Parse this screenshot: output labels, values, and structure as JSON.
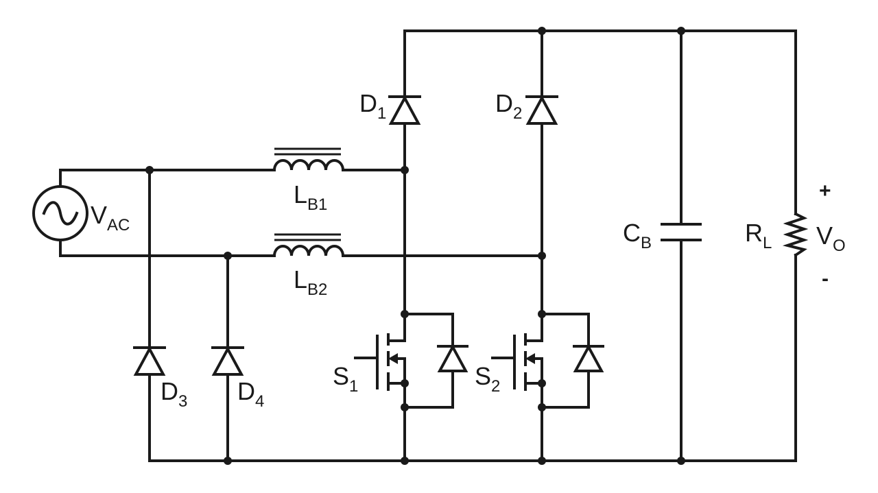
{
  "components": {
    "source": {
      "main": "V",
      "sub": "AC"
    },
    "inductor_1": {
      "main": "L",
      "sub": "B1"
    },
    "inductor_2": {
      "main": "L",
      "sub": "B2"
    },
    "diode_1": {
      "main": "D",
      "sub": "1"
    },
    "diode_2": {
      "main": "D",
      "sub": "2"
    },
    "diode_3": {
      "main": "D",
      "sub": "3"
    },
    "diode_4": {
      "main": "D",
      "sub": "4"
    },
    "switch_1": {
      "main": "S",
      "sub": "1"
    },
    "switch_2": {
      "main": "S",
      "sub": "2"
    },
    "capacitor": {
      "main": "C",
      "sub": "B"
    },
    "resistor": {
      "main": "R",
      "sub": "L"
    },
    "output": {
      "main": "V",
      "sub": "O",
      "plus": "+",
      "minus": "-"
    }
  },
  "colors": {
    "ink": "#1a1a1a",
    "background": "#ffffff"
  }
}
